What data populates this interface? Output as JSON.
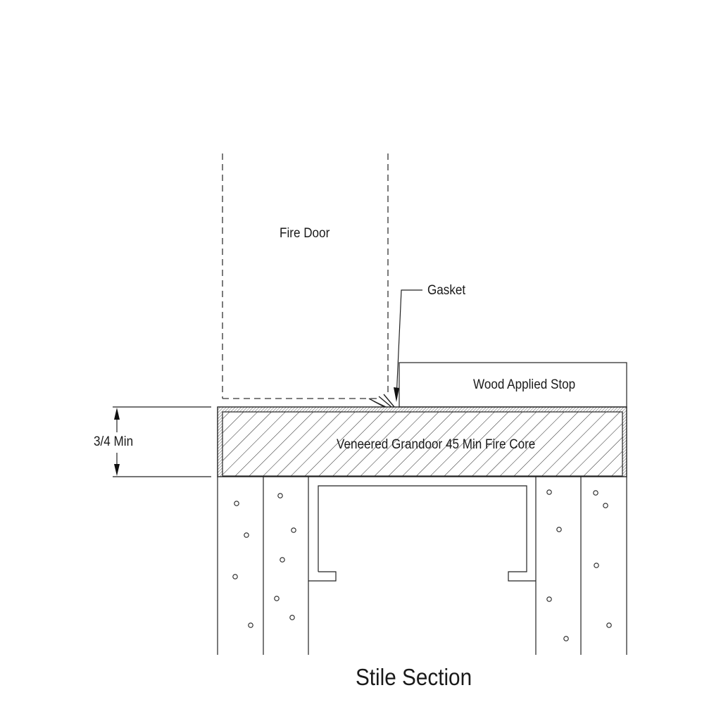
{
  "labels": {
    "fire_door": "Fire Door",
    "gasket": "Gasket",
    "wood_applied_stop": "Wood Applied Stop",
    "dimension": "3/4 Min",
    "core": "Veneered Grandoor 45 Min Fire Core",
    "caption": "Stile Section"
  }
}
